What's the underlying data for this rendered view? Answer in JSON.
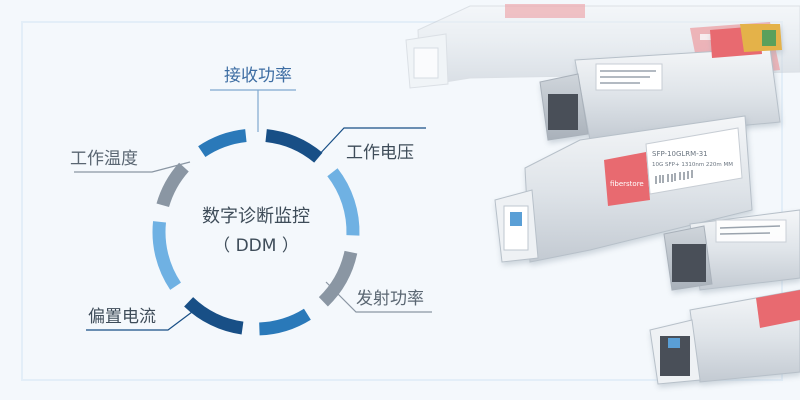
{
  "center": {
    "title": "数字诊断监控",
    "subtitle": "（ DDM ）"
  },
  "labels": {
    "receive_power": "接收功率",
    "operating_voltage": "工作电压",
    "operating_temperature": "工作温度",
    "transmit_power": "发射功率",
    "bias_current": "偏置电流"
  },
  "modules": {
    "brand_label": "fiberstore",
    "part_number": "SFP-10GLRM-31",
    "part_number_line2": "10G SFP+ 1310nm 220m MM"
  },
  "colors": {
    "background": "#f4f8fc",
    "frame_border": "#e3eef8",
    "ring_dark_blue": "#184f86",
    "ring_mid_blue": "#2a79b9",
    "ring_light_blue": "#6fb1e3",
    "ring_gray": "#8a96a3",
    "label_text_dark": "#3e4c59",
    "label_text_accent": "#3d6da3",
    "module_label_red": "#e86a6f",
    "module_metal": "#d8dde3",
    "module_dark": "#4a5058"
  }
}
